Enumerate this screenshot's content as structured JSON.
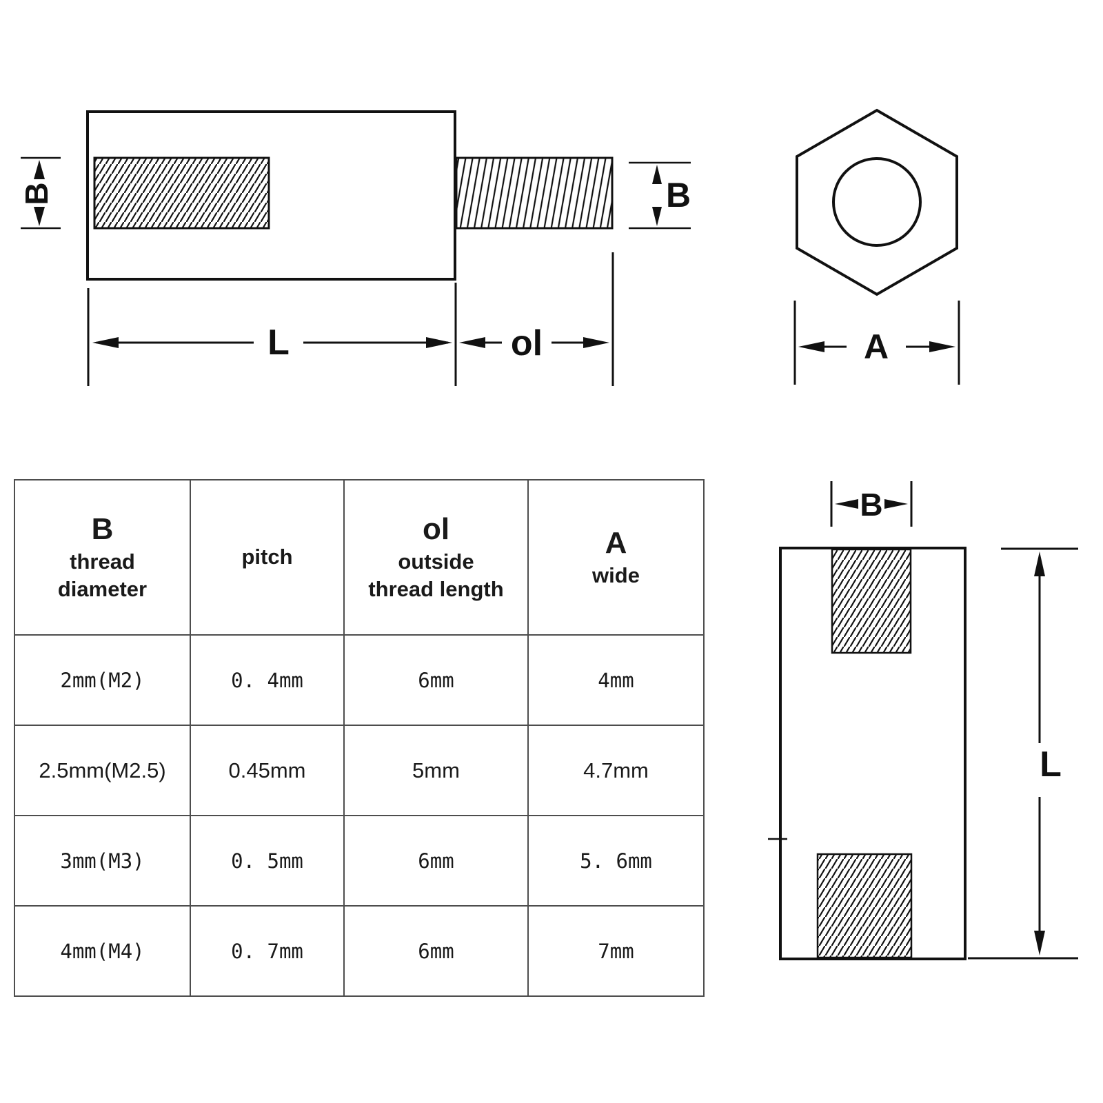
{
  "side_view": {
    "b_left": "B",
    "b_right": "B",
    "length_label": "L",
    "outside_thread_label": "ol"
  },
  "hex_view": {
    "width_label": "A"
  },
  "section_view": {
    "thread_label": "B",
    "length_label": "L"
  },
  "table": {
    "headers": [
      {
        "lines": [
          "B",
          "thread",
          "diameter"
        ]
      },
      {
        "lines": [
          "",
          "pitch",
          ""
        ]
      },
      {
        "lines": [
          "ol",
          "outside",
          "thread length"
        ]
      },
      {
        "lines": [
          "A",
          "wide",
          ""
        ]
      }
    ],
    "rows": [
      [
        "2mm(M2)",
        "0. 4mm",
        "6mm",
        "4mm"
      ],
      [
        "2.5mm(M2.5)",
        "0.45mm",
        "5mm",
        "4.7mm"
      ],
      [
        "3mm(M3)",
        "0. 5mm",
        "6mm",
        "5. 6mm"
      ],
      [
        "4mm(M4)",
        "0. 7mm",
        "6mm",
        "7mm"
      ]
    ]
  }
}
